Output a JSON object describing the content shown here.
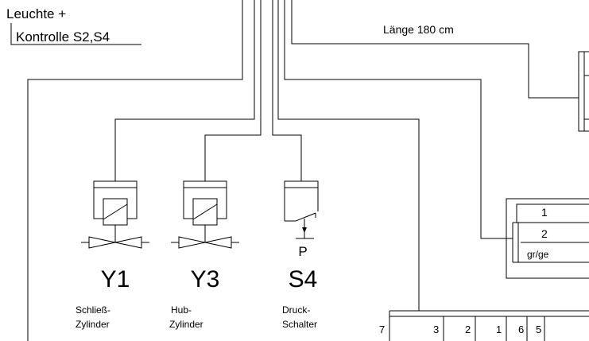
{
  "header_note": {
    "line1": "Leuchte +",
    "line2": "Kontrolle S2,S4"
  },
  "cable_length": "Länge 180 cm",
  "line_color": "#000000",
  "components": {
    "y1": {
      "symbol": "solenoid-valve-icon",
      "label": "Y1",
      "desc1": "Schließ-",
      "desc2": "Zylinder"
    },
    "y3": {
      "symbol": "solenoid-valve-icon",
      "label": "Y3",
      "desc1": "Hub-",
      "desc2": "Zylinder"
    },
    "s4": {
      "symbol": "pressure-switch-icon",
      "label": "S4",
      "pressure_symbol": "P",
      "desc1": "Druck-",
      "desc2": "Schalter"
    }
  },
  "connector": {
    "rows": [
      "1",
      "2",
      "gr/ge"
    ]
  },
  "terminal_strip": {
    "terminals": [
      "7",
      "3",
      "2",
      "1",
      "6",
      "5"
    ]
  }
}
